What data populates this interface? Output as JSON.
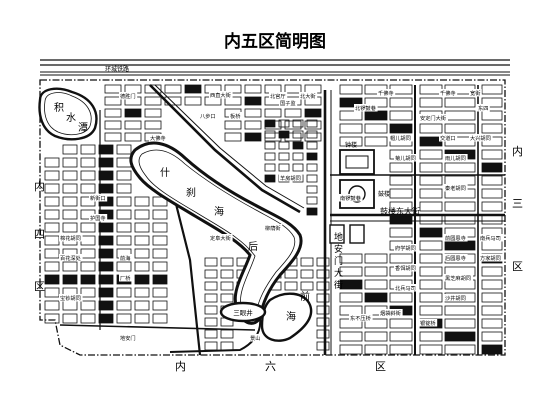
{
  "title": "内五区简明图",
  "colors": {
    "ink": "#111111",
    "paper": "#ffffff",
    "fill": "#1a1a1a",
    "water": "#ffffff"
  },
  "railway_label": "环城铁路",
  "district_labels": {
    "west": [
      "内",
      "四",
      "区"
    ],
    "east": [
      "内",
      "三",
      "区"
    ],
    "south": [
      "内",
      "六",
      "区"
    ]
  },
  "water_labels": {
    "jishuitan": [
      "积",
      "水",
      "潭"
    ],
    "shichahai": [
      "什",
      "刹",
      "海"
    ],
    "houhai": [
      "后"
    ],
    "qianhai": [
      "前",
      "海"
    ]
  },
  "street_labels": {
    "main_street": [
      "地",
      "安",
      "门",
      "大",
      "街"
    ],
    "guloudajie": [
      "鼓楼东大街"
    ],
    "bell_tower": "钟楼",
    "drum_tower": "鼓楼",
    "baitasi": "白塔寺",
    "zhonggulou_area": "旧鼓楼大街"
  },
  "small_labels": [
    "德胜门",
    "西直大街",
    "八步口",
    "板桥",
    "北官厅",
    "北大街",
    "千佛寺",
    "千佛寺",
    "宽街",
    "安定门大街",
    "交道口",
    "大兴胡同",
    "东四",
    "北锣鼓巷",
    "南锣鼓巷",
    "帽儿胡同",
    "菊儿胡同",
    "雨儿胡同",
    "秦老胡同",
    "前圆恩寺",
    "后圆恩寺",
    "黑芝麻胡同",
    "沙井胡同",
    "府学胡同",
    "香饵胡同",
    "北兵马司",
    "南兵马司",
    "方家胡同",
    "国子监",
    "大佛寺",
    "宝钞胡同",
    "前海",
    "厂桥",
    "新街口",
    "护国寺",
    "棉花胡同",
    "百花深处",
    "定阜大街",
    "柳荫街",
    "羊房胡同",
    "烟袋斜街",
    "银锭桥",
    "东不压桥",
    "景山",
    "地安门"
  ],
  "ellipse_label": "三眼井"
}
